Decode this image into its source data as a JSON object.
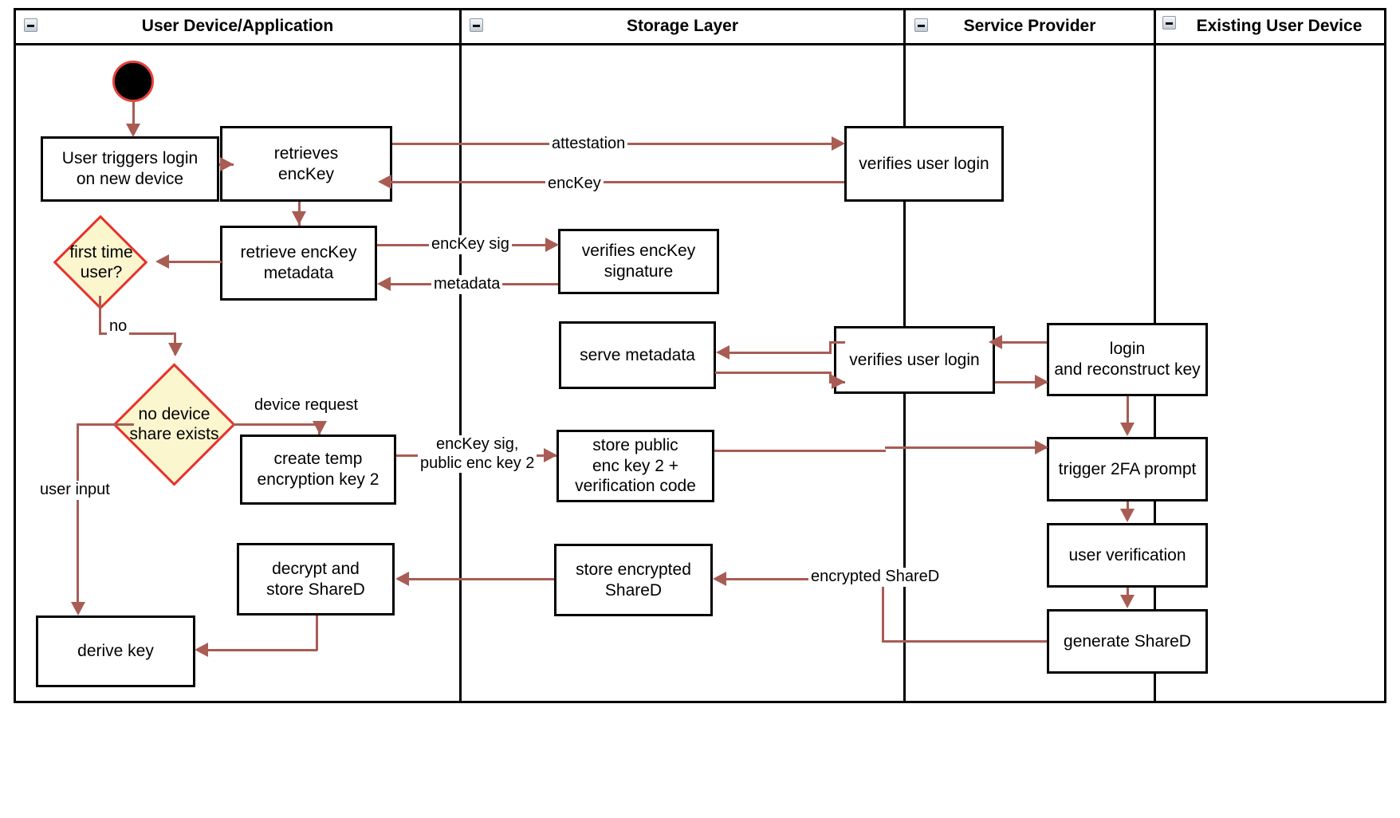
{
  "diagram": {
    "type": "uml-activity-swimlane",
    "title": "Key recovery / new device login flow",
    "colors": {
      "lane_border": "#000000",
      "node_border": "#000000",
      "node_fill": "#ffffff",
      "decision_fill": "#fcf6cf",
      "decision_border": "#e8312a",
      "connector": "#a85c54",
      "start_node_fill": "#000000",
      "start_node_border": "#e8403a"
    },
    "lanes": [
      {
        "id": "lane-user-device",
        "label": "User Device/Application",
        "collapse_icon": "minus-icon"
      },
      {
        "id": "lane-storage",
        "label": "Storage Layer",
        "collapse_icon": "minus-icon"
      },
      {
        "id": "lane-service-provider",
        "label": "Service Provider",
        "collapse_icon": "minus-icon"
      },
      {
        "id": "lane-existing-device",
        "label": "Existing User Device",
        "collapse_icon": "minus-icon"
      }
    ],
    "nodes": [
      {
        "id": "start",
        "lane": "lane-user-device",
        "kind": "initial",
        "label": ""
      },
      {
        "id": "user-triggers",
        "lane": "lane-user-device",
        "kind": "action",
        "label": "User triggers login\non new device"
      },
      {
        "id": "retrieves-enckey",
        "lane": "lane-user-device",
        "kind": "action",
        "label": "retrieves\nencKey"
      },
      {
        "id": "retrieve-metadata",
        "lane": "lane-user-device",
        "kind": "action",
        "label": "retrieve encKey\nmetadata"
      },
      {
        "id": "first-time-user",
        "lane": "lane-user-device",
        "kind": "decision",
        "label": "first time\nuser?"
      },
      {
        "id": "no-device-share",
        "lane": "lane-user-device",
        "kind": "decision",
        "label": "no device\nshare exists"
      },
      {
        "id": "create-temp-key",
        "lane": "lane-user-device",
        "kind": "action",
        "label": "create temp\nencryption key 2"
      },
      {
        "id": "decrypt-store",
        "lane": "lane-user-device",
        "kind": "action",
        "label": "decrypt and\nstore ShareD"
      },
      {
        "id": "derive-key",
        "lane": "lane-user-device",
        "kind": "action",
        "label": "derive key"
      },
      {
        "id": "verifies-sig",
        "lane": "lane-storage",
        "kind": "action",
        "label": "verifies encKey\nsignature"
      },
      {
        "id": "serve-metadata",
        "lane": "lane-storage",
        "kind": "action",
        "label": "serve metadata"
      },
      {
        "id": "store-public-key",
        "lane": "lane-storage",
        "kind": "action",
        "label": "store public\nenc key 2 +\nverification code"
      },
      {
        "id": "store-encrypted",
        "lane": "lane-storage",
        "kind": "action",
        "label": "store encrypted\nShareD"
      },
      {
        "id": "verifies-login-1",
        "lane": "lane-service-provider",
        "kind": "action",
        "label": "verifies user login"
      },
      {
        "id": "verifies-login-2",
        "lane": "lane-service-provider",
        "kind": "action",
        "label": "verifies user login"
      },
      {
        "id": "login-reconstruct",
        "lane": "lane-existing-device",
        "kind": "action",
        "label": "login\nand reconstruct key"
      },
      {
        "id": "trigger-2fa",
        "lane": "lane-existing-device",
        "kind": "action",
        "label": "trigger 2FA prompt"
      },
      {
        "id": "user-verification",
        "lane": "lane-existing-device",
        "kind": "action",
        "label": "user verification"
      },
      {
        "id": "generate-shared",
        "lane": "lane-existing-device",
        "kind": "action",
        "label": "generate ShareD"
      }
    ],
    "edge_labels": [
      {
        "id": "attestation",
        "text": "attestation",
        "from": "retrieves-enckey",
        "to": "verifies-login-1"
      },
      {
        "id": "enckey",
        "text": "encKey",
        "from": "verifies-login-1",
        "to": "retrieves-enckey"
      },
      {
        "id": "enckey-sig",
        "text": "encKey sig",
        "from": "retrieve-metadata",
        "to": "verifies-sig"
      },
      {
        "id": "metadata",
        "text": "metadata",
        "from": "verifies-sig",
        "to": "retrieve-metadata"
      },
      {
        "id": "no",
        "text": "no",
        "from": "first-time-user",
        "to": "no-device-share"
      },
      {
        "id": "device-request",
        "text": "device request",
        "from": "no-device-share",
        "to": "create-temp-key"
      },
      {
        "id": "user-input",
        "text": "user input",
        "from": "no-device-share",
        "to": "derive-key"
      },
      {
        "id": "enckey-sig-pub",
        "text": "encKey sig,\npublic enc key 2",
        "from": "create-temp-key",
        "to": "store-public-key"
      },
      {
        "id": "encrypted-shared",
        "text": "encrypted ShareD",
        "from": "generate-shared",
        "to": "store-encrypted"
      }
    ]
  }
}
